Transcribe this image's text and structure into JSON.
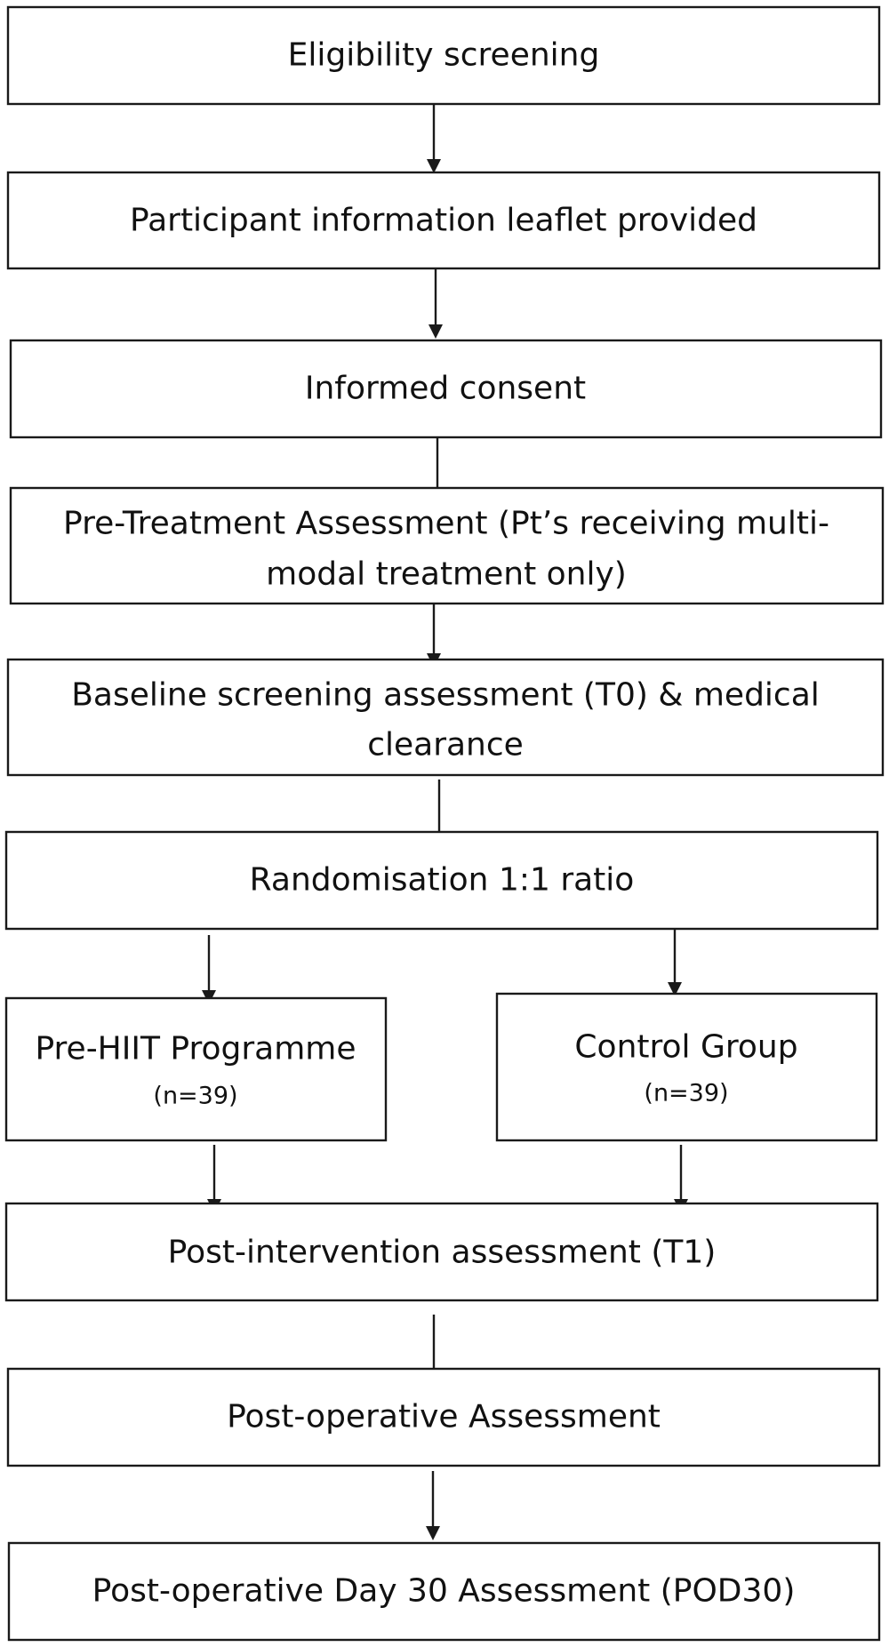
{
  "flowchart": {
    "eligibility": "Eligibility screening",
    "info_leaflet": "Participant information leaflet provided",
    "consent": "Informed consent",
    "pre_treatment": {
      "line1": "Pre-Treatment Assessment (Pt’s receiving multi-",
      "line2": "modal treatment only)"
    },
    "baseline": {
      "line1": "Baseline screening assessment (T0) & medical",
      "line2": "clearance"
    },
    "randomisation": "Randomisation 1:1 ratio",
    "hiit": {
      "title": "Pre-HIIT Programme",
      "n": "(n=39)"
    },
    "control": {
      "title": "Control Group",
      "n": "(n=39)"
    },
    "post_intervention": "Post-intervention assessment (T1)",
    "post_operative": "Post-operative Assessment",
    "pod30": "Post-operative Day 30 Assessment (POD30)"
  }
}
